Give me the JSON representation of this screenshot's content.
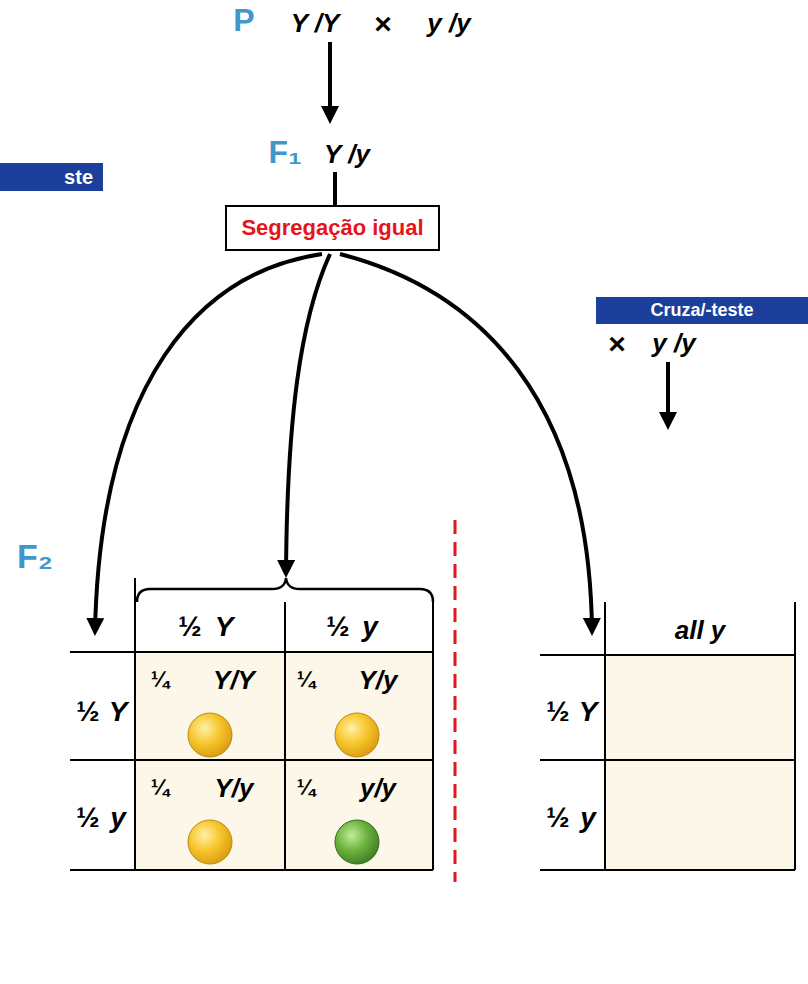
{
  "diagram": {
    "nodes": [
      {
        "text": [
          "ste"
        ]
      },
      {
        "text": [
          "Segregação igual"
        ]
      },
      {
        "text": [
          "Cruza/-teste"
        ]
      }
    ],
    "labels": [
      "P",
      "Y /Y",
      "×",
      "y /y",
      "F₁",
      "Y /y",
      "×",
      "y /y",
      "F₂",
      "½",
      "Y",
      "½",
      "y",
      "all y",
      "½",
      "Y",
      "¼",
      "Y/Y",
      "¼",
      "Y/y",
      "½",
      "Y",
      "½",
      "y",
      "¼",
      "Y/y",
      "¼",
      "y/y",
      "½",
      "y"
    ]
  }
}
